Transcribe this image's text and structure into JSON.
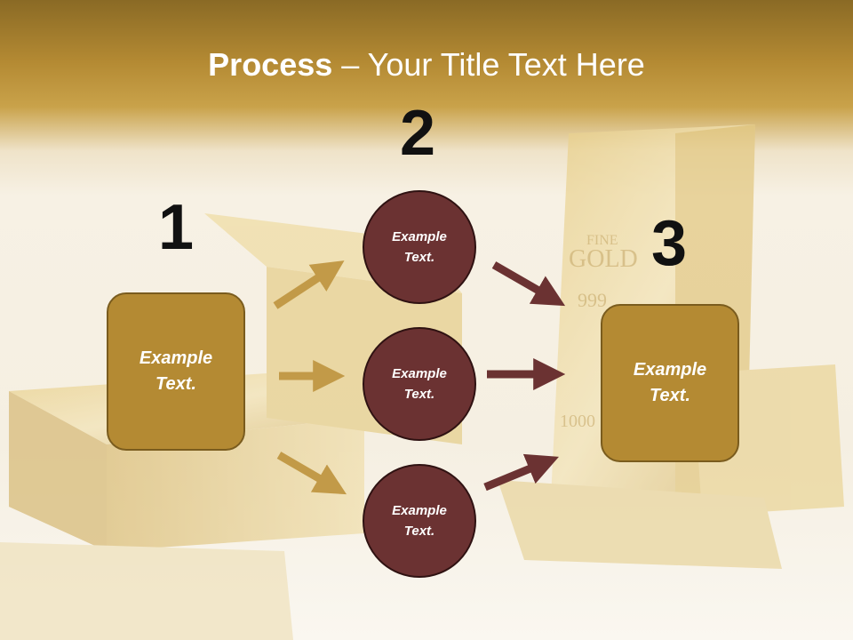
{
  "slide": {
    "title_bold": "Process",
    "title_rest": " – Your Title Text Here",
    "steps": [
      {
        "number": "1",
        "text": "Example Text."
      },
      {
        "number": "2",
        "items": [
          "Example Text.",
          "Example Text.",
          "Example Text."
        ]
      },
      {
        "number": "3",
        "text": "Example Text."
      }
    ]
  },
  "colors": {
    "gold": "#b48a33",
    "maroon": "#6b3232"
  }
}
